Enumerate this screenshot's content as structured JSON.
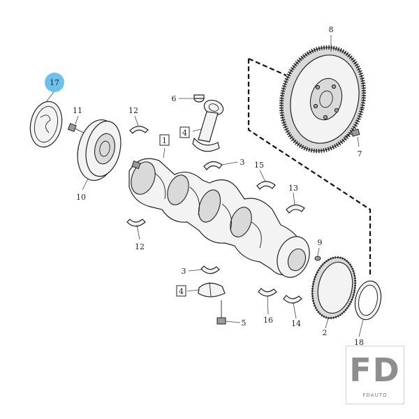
{
  "diagram": {
    "callouts": [
      {
        "id": "callout-17",
        "number": "17",
        "highlighted": true
      },
      {
        "id": "callout-11",
        "number": "11",
        "highlighted": false
      },
      {
        "id": "callout-10",
        "number": "10",
        "highlighted": false
      },
      {
        "id": "callout-12-top",
        "number": "12",
        "highlighted": false
      },
      {
        "id": "callout-12-bottom",
        "number": "12",
        "highlighted": false
      },
      {
        "id": "callout-1",
        "number": "1",
        "boxed": true
      },
      {
        "id": "callout-6",
        "number": "6",
        "highlighted": false
      },
      {
        "id": "callout-4-top",
        "number": "4",
        "boxed": true
      },
      {
        "id": "callout-4-bottom",
        "number": "4",
        "boxed": true
      },
      {
        "id": "callout-3-top",
        "number": "3",
        "highlighted": false
      },
      {
        "id": "callout-3-bottom",
        "number": "3",
        "highlighted": false
      },
      {
        "id": "callout-8",
        "number": "8",
        "highlighted": false
      },
      {
        "id": "callout-7",
        "number": "7",
        "highlighted": false
      },
      {
        "id": "callout-15",
        "number": "15",
        "highlighted": false
      },
      {
        "id": "callout-13",
        "number": "13",
        "highlighted": false
      },
      {
        "id": "callout-9",
        "number": "9",
        "highlighted": false
      },
      {
        "id": "callout-5",
        "number": "5",
        "highlighted": false
      },
      {
        "id": "callout-16",
        "number": "16",
        "highlighted": false
      },
      {
        "id": "callout-14",
        "number": "14",
        "highlighted": false
      },
      {
        "id": "callout-2",
        "number": "2",
        "highlighted": false
      },
      {
        "id": "callout-18",
        "number": "18",
        "highlighted": false
      }
    ]
  },
  "watermark": {
    "letters": "FD",
    "caption": "FDAUTO"
  },
  "colors": {
    "highlight": "#6cc1ee",
    "line": "#222222",
    "watermark": "#8e8e8e"
  }
}
